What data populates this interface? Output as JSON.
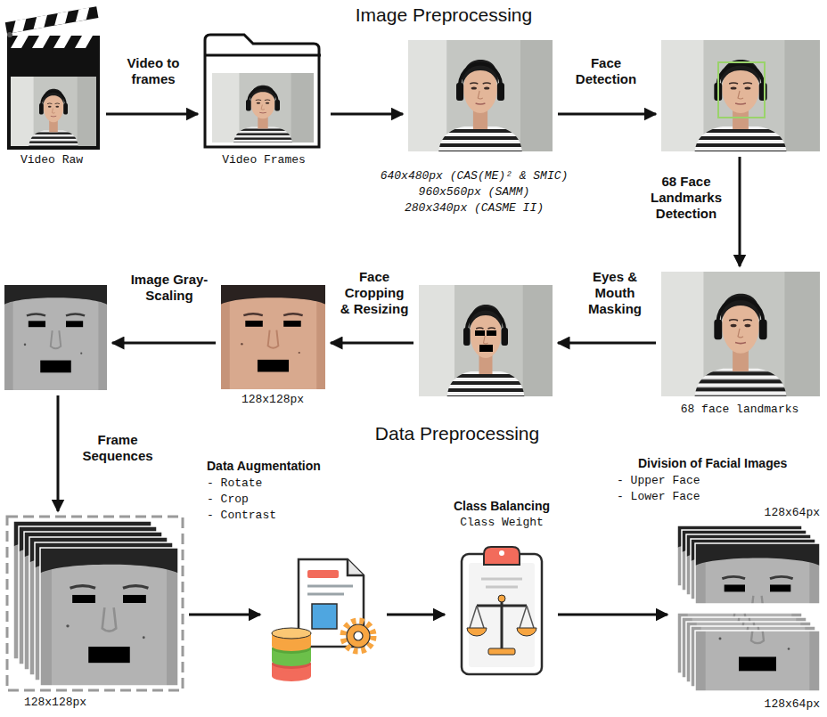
{
  "diagram": {
    "title": "Image Preprocessing",
    "nodes": [
      {
        "text": [
          "Video Raw"
        ]
      },
      {
        "text": [
          "Video Frames"
        ]
      },
      {
        "text": [
          "640x480px (CAS(ME)² & SMIC)",
          "960x560px (SAMM)",
          "280x340px (CASME II)"
        ]
      },
      {
        "text": []
      },
      {
        "text": [
          "68 face landmarks"
        ]
      },
      {
        "text": []
      },
      {
        "text": [
          "128x128px"
        ]
      },
      {
        "text": []
      },
      {
        "text": [
          "128x128px"
        ]
      },
      {
        "text": [
          "Data Augmentation",
          "- Rotate",
          "- Crop",
          "- Contrast"
        ]
      },
      {
        "text": [
          "Class Balancing",
          "Class Weight"
        ]
      },
      {
        "text": [
          "Division of Facial Images",
          "- Upper Face",
          "- Lower Face",
          "128x64px",
          "128x64px"
        ]
      }
    ],
    "edges": [
      {
        "from": 0,
        "to": 1,
        "arrow": "to",
        "label": "Video to frames"
      },
      {
        "from": 1,
        "to": 2,
        "arrow": "to"
      },
      {
        "from": 2,
        "to": 3,
        "arrow": "to",
        "label": "Face Detection"
      },
      {
        "from": 3,
        "to": 4,
        "arrow": "to",
        "label": "68 Face Landmarks Detection"
      },
      {
        "from": 4,
        "to": 5,
        "arrow": "to",
        "label": "Eyes & Mouth Masking"
      },
      {
        "from": 5,
        "to": 6,
        "arrow": "to",
        "label": "Face Cropping & Resizing"
      },
      {
        "from": 6,
        "to": 7,
        "arrow": "to",
        "label": "Image Gray-Scaling"
      },
      {
        "from": 7,
        "to": 8,
        "arrow": "to",
        "label": "Frame Sequences"
      },
      {
        "from": 8,
        "to": 9,
        "arrow": "to"
      },
      {
        "from": 9,
        "to": 10,
        "arrow": "to"
      },
      {
        "from": 10,
        "to": 11,
        "arrow": "to"
      }
    ],
    "labels": [
      "Data Preprocessing"
    ]
  }
}
